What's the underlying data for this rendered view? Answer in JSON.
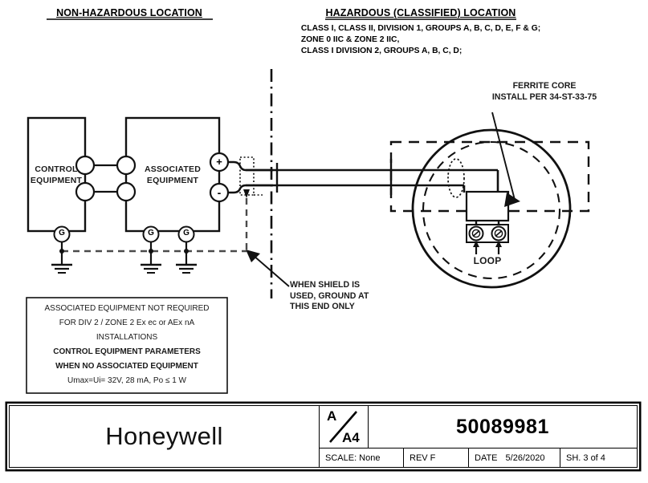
{
  "headers": {
    "left_title": "NON-HAZARDOUS LOCATION",
    "right_title": "HAZARDOUS (CLASSIFIED) LOCATION",
    "right_sub": [
      "CLASS I, CLASS II, DIVISION 1, GROUPS A, B, C, D, E, F & G;",
      "ZONE 0 IIC & ZONE 2 IIC,",
      "CLASS I DIVISION 2, GROUPS A, B, C, D;"
    ]
  },
  "blocks": {
    "control_equipment": [
      "CONTROL",
      "EQUIPMENT"
    ],
    "associated_equipment": [
      "ASSOCIATED",
      "EQUIPMENT"
    ],
    "terminal_plus": "+",
    "terminal_minus": "-",
    "ground_symbol": "G",
    "loop_label": "LOOP"
  },
  "callouts": {
    "ferrite": [
      "FERRITE CORE",
      "INSTALL PER 34-ST-33-75"
    ],
    "shield": [
      "WHEN  SHIELD IS",
      "USED, GROUND AT",
      "THIS END ONLY"
    ]
  },
  "note_box": {
    "lines": [
      {
        "text": "ASSOCIATED EQUIPMENT NOT REQUIRED",
        "bold": false
      },
      {
        "text": "FOR DIV 2 / ZONE 2 Ex ec or AEx nA",
        "bold": false
      },
      {
        "text": "INSTALLATIONS",
        "bold": false
      },
      {
        "text": "CONTROL EQUIPMENT PARAMETERS",
        "bold": true
      },
      {
        "text": "WHEN NO ASSOCIATED  EQUIPMENT",
        "bold": true
      },
      {
        "text": "Umax=Ui= 32V, 28 mA, Po ≤ 1 W",
        "bold": false
      }
    ]
  },
  "title_block": {
    "brand": "Honeywell",
    "size_top": "A",
    "size_bottom": "A4",
    "drawing_number": "50089981",
    "scale_label": "SCALE: None",
    "rev_label": "REV F",
    "date_label": "DATE",
    "date_value": "5/26/2020",
    "sheet_label": "SH. 3 of 4"
  },
  "colors": {
    "line": "#000000",
    "text": "#1a1a1a",
    "paper": "#ffffff"
  }
}
